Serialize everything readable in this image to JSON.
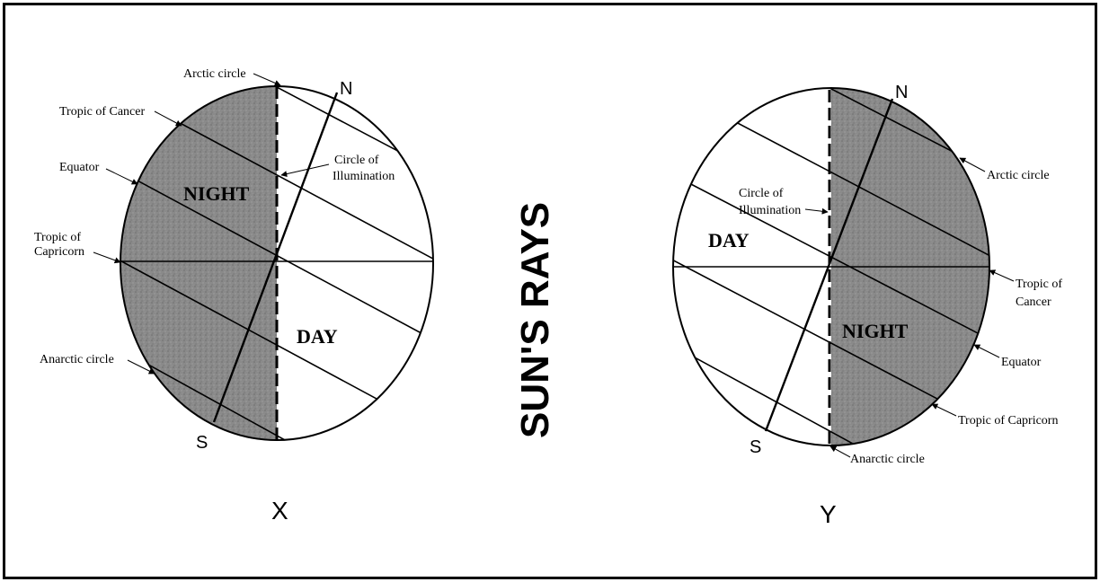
{
  "title": "SUN'S RAYS",
  "diagram_x": {
    "caption": "X",
    "north": "N",
    "south": "S",
    "night": "NIGHT",
    "day": "DAY",
    "labels": {
      "arctic_circle": "Arctic circle",
      "tropic_of_cancer": "Tropic of Cancer",
      "equator": "Equator",
      "tropic_of_capricorn_line1": "Tropic of",
      "tropic_of_capricorn_line2": "Capricorn",
      "antarctic_circle": "Anarctic circle",
      "circle_of_illumination_line1": "Circle of",
      "circle_of_illumination_line2": "Illumination"
    }
  },
  "diagram_y": {
    "caption": "Y",
    "north": "N",
    "south": "S",
    "night": "NIGHT",
    "day": "DAY",
    "labels": {
      "arctic_circle": "Arctic circle",
      "tropic_of_cancer_line1": "Tropic of",
      "tropic_of_cancer_line2": "Cancer",
      "equator": "Equator",
      "tropic_of_capricorn": "Tropic of Capricorn",
      "antarctic_circle": "Anarctic circle",
      "circle_of_illumination_line1": "Circle of",
      "circle_of_illumination_line2": "Illumination"
    }
  },
  "colors": {
    "night_shade": "#8a8a8a",
    "line": "#000000",
    "background": "#ffffff"
  }
}
